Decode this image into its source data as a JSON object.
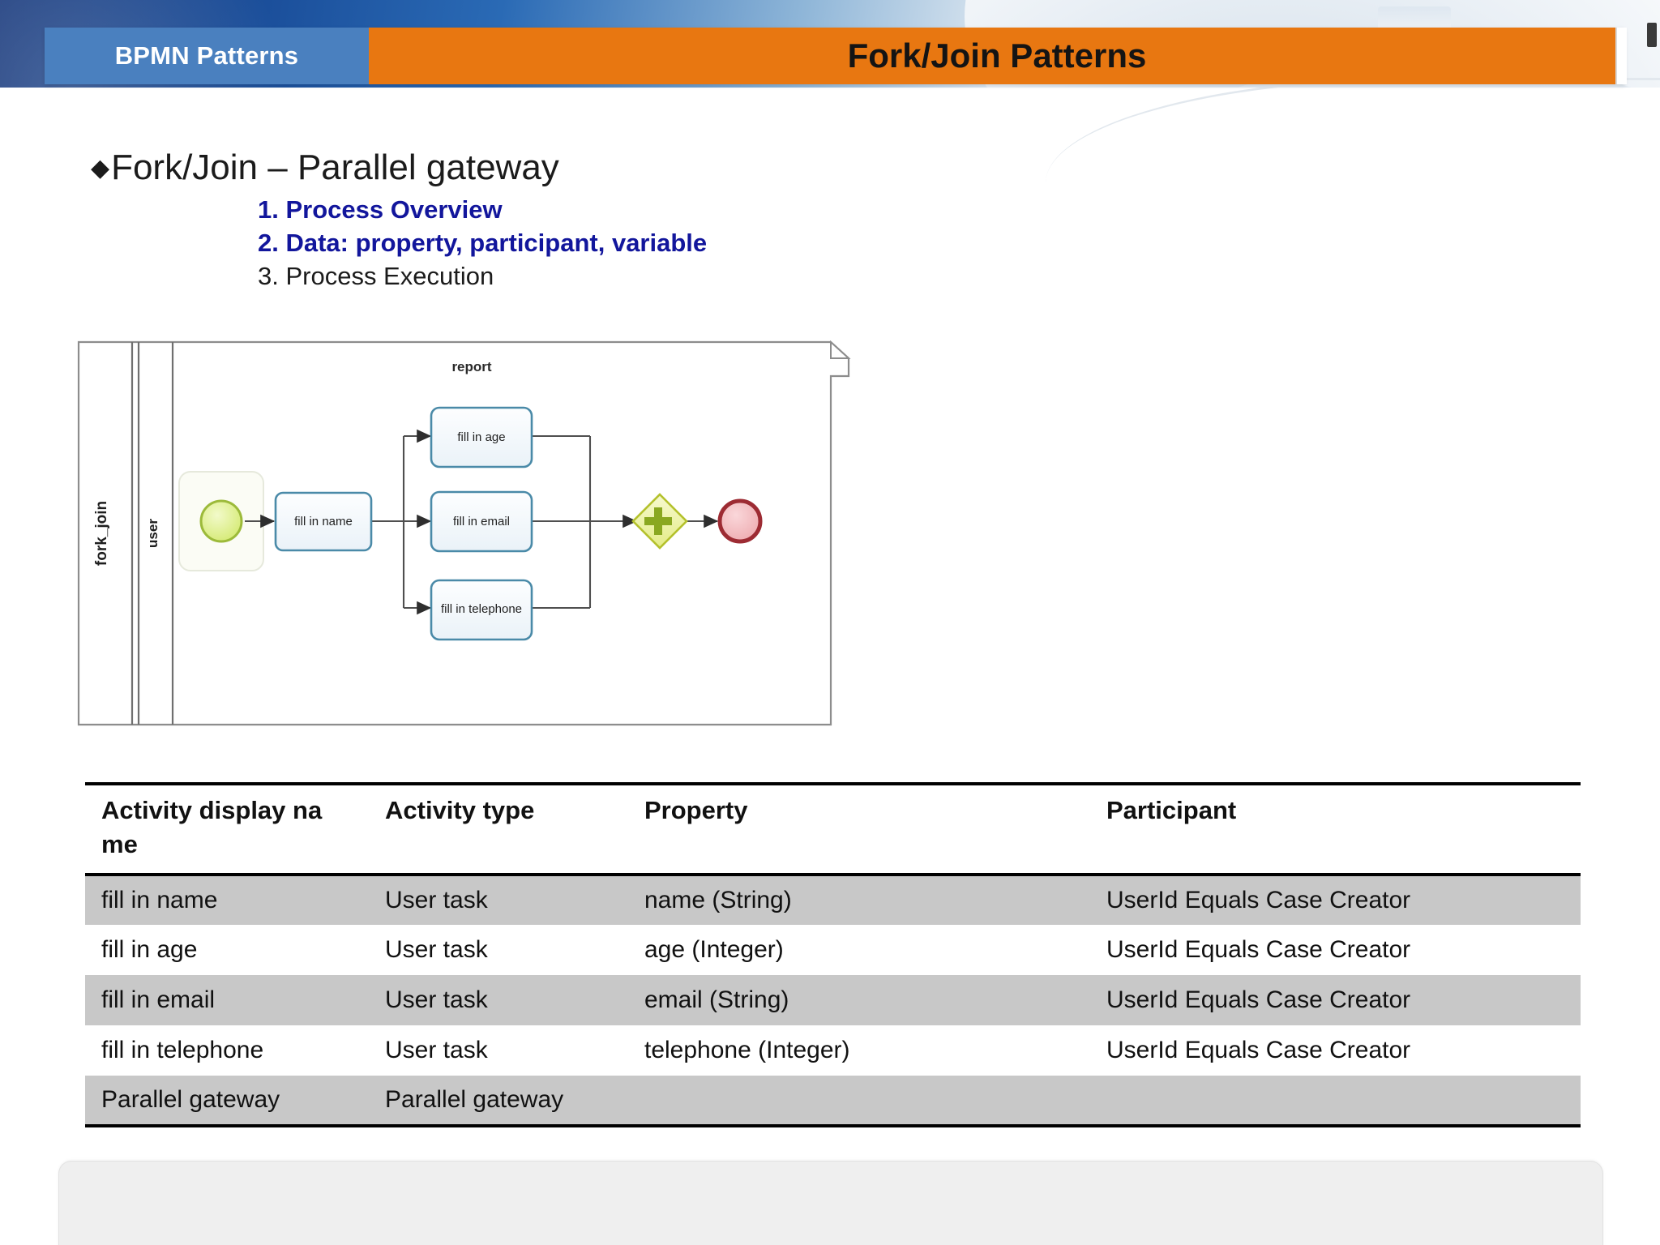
{
  "header": {
    "left_label": "BPMN Patterns",
    "title": "Fork/Join Patterns",
    "left_color": "#4a80bf",
    "title_color": "#e87711"
  },
  "content": {
    "bullet_marker": "◆",
    "bullet_title": "Fork/Join – Parallel gateway",
    "sub_items": [
      {
        "text": "1. Process Overview",
        "highlight": true
      },
      {
        "text": "2. Data: property, participant, variable",
        "highlight": true
      },
      {
        "text": "3. Process Execution",
        "highlight": false
      }
    ],
    "highlight_color": "#12169c"
  },
  "diagram": {
    "pool_label": "fork_join",
    "lane_label": "user",
    "annotation": "report",
    "nodes": [
      {
        "id": "start",
        "type": "start-event",
        "label": ""
      },
      {
        "id": "name",
        "type": "user-task",
        "label": "fill in name"
      },
      {
        "id": "age",
        "type": "user-task",
        "label": "fill in age"
      },
      {
        "id": "email",
        "type": "user-task",
        "label": "fill in email"
      },
      {
        "id": "telephone",
        "type": "user-task",
        "label": "fill in telephone"
      },
      {
        "id": "gateway",
        "type": "parallel-gateway",
        "label": ""
      },
      {
        "id": "end",
        "type": "end-event",
        "label": ""
      }
    ],
    "colors": {
      "task_border": "#4a8aa8",
      "task_fill": "#f4f9fc",
      "start_fill": "#d9ee7d",
      "start_border": "#9cba3a",
      "end_fill": "#f3b9bd",
      "end_border": "#9d2b33",
      "gateway_fill": "#eff3a8",
      "gateway_border": "#b4c12c",
      "gateway_plus": "#8aa820",
      "connector": "#4f4f4f"
    }
  },
  "table": {
    "columns": [
      "Activity display name",
      "Activity type",
      "Property",
      "Participant"
    ],
    "header_display": [
      "Activity display na\nme",
      "Activity type",
      "Property",
      "Participant"
    ],
    "rows": [
      {
        "name": "fill in name",
        "type": "User task",
        "property": "name (String)",
        "participant": "UserId Equals Case Creator",
        "shaded": true
      },
      {
        "name": "fill in age",
        "type": "User task",
        "property": "age (Integer)",
        "participant": "UserId Equals Case Creator",
        "shaded": false
      },
      {
        "name": "fill in email",
        "type": "User task",
        "property": "email (String)",
        "participant": "UserId Equals Case Creator",
        "shaded": true
      },
      {
        "name": "fill in telephone",
        "type": "User task",
        "property": "telephone (Integer)",
        "participant": "UserId Equals Case Creator",
        "shaded": false
      },
      {
        "name": "Parallel gateway",
        "type": "Parallel gateway",
        "property": "",
        "participant": "",
        "shaded": true
      }
    ]
  }
}
